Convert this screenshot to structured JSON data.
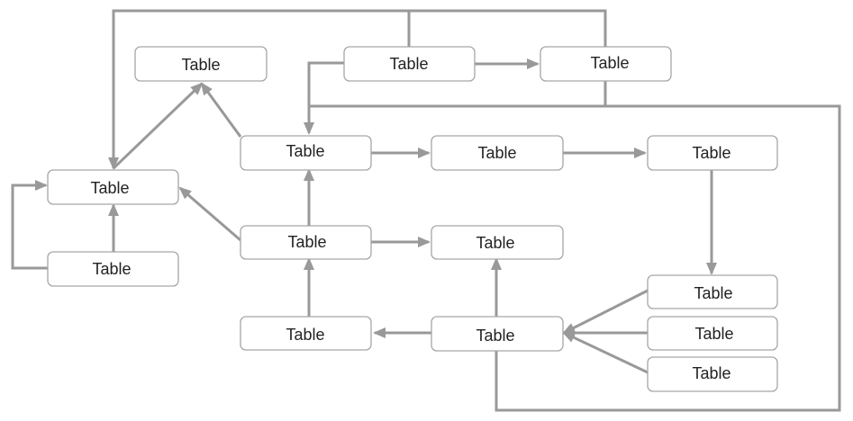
{
  "diagram": {
    "nodes": [
      {
        "id": "n_top_left",
        "label": "Table"
      },
      {
        "id": "n_top_mid",
        "label": "Table"
      },
      {
        "id": "n_top_right",
        "label": "Table"
      },
      {
        "id": "n_hub",
        "label": "Table"
      },
      {
        "id": "n_r2_mid",
        "label": "Table"
      },
      {
        "id": "n_r2_right",
        "label": "Table"
      },
      {
        "id": "n_left",
        "label": "Table"
      },
      {
        "id": "n_center",
        "label": "Table"
      },
      {
        "id": "n_r3_mid",
        "label": "Table"
      },
      {
        "id": "n_bottom_left",
        "label": "Table"
      },
      {
        "id": "n_right_a",
        "label": "Table"
      },
      {
        "id": "n_bot_center",
        "label": "Table"
      },
      {
        "id": "n_bot_mid",
        "label": "Table"
      },
      {
        "id": "n_right_b",
        "label": "Table"
      },
      {
        "id": "n_right_c",
        "label": "Table"
      }
    ],
    "edges": [
      {
        "from": "n_top_mid",
        "to": "n_top_right"
      },
      {
        "from": "n_top_mid",
        "to": "n_hub"
      },
      {
        "from": "n_top_mid",
        "to": "n_left"
      },
      {
        "from": "n_top_right",
        "to": "n_hub"
      },
      {
        "from": "n_left",
        "to": "n_top_left"
      },
      {
        "from": "n_hub",
        "to": "n_top_left"
      },
      {
        "from": "n_hub",
        "to": "n_r2_mid"
      },
      {
        "from": "n_r2_mid",
        "to": "n_r2_right"
      },
      {
        "from": "n_r2_right",
        "to": "n_right_a"
      },
      {
        "from": "n_center",
        "to": "n_hub"
      },
      {
        "from": "n_center",
        "to": "n_left"
      },
      {
        "from": "n_center",
        "to": "n_r3_mid"
      },
      {
        "from": "n_bottom_left",
        "to": "n_left"
      },
      {
        "from": "n_bottom_left",
        "to": "n_left"
      },
      {
        "from": "n_bot_center",
        "to": "n_center"
      },
      {
        "from": "n_bot_mid",
        "to": "n_bot_center"
      },
      {
        "from": "n_bot_mid",
        "to": "n_r3_mid"
      },
      {
        "from": "n_bot_mid",
        "to": "n_hub"
      },
      {
        "from": "n_right_a",
        "to": "n_bot_mid"
      },
      {
        "from": "n_right_b",
        "to": "n_bot_mid"
      },
      {
        "from": "n_right_c",
        "to": "n_bot_mid"
      }
    ],
    "colors": {
      "edge": "#999999",
      "node_border": "#a6a6a6",
      "text": "#222222"
    }
  }
}
